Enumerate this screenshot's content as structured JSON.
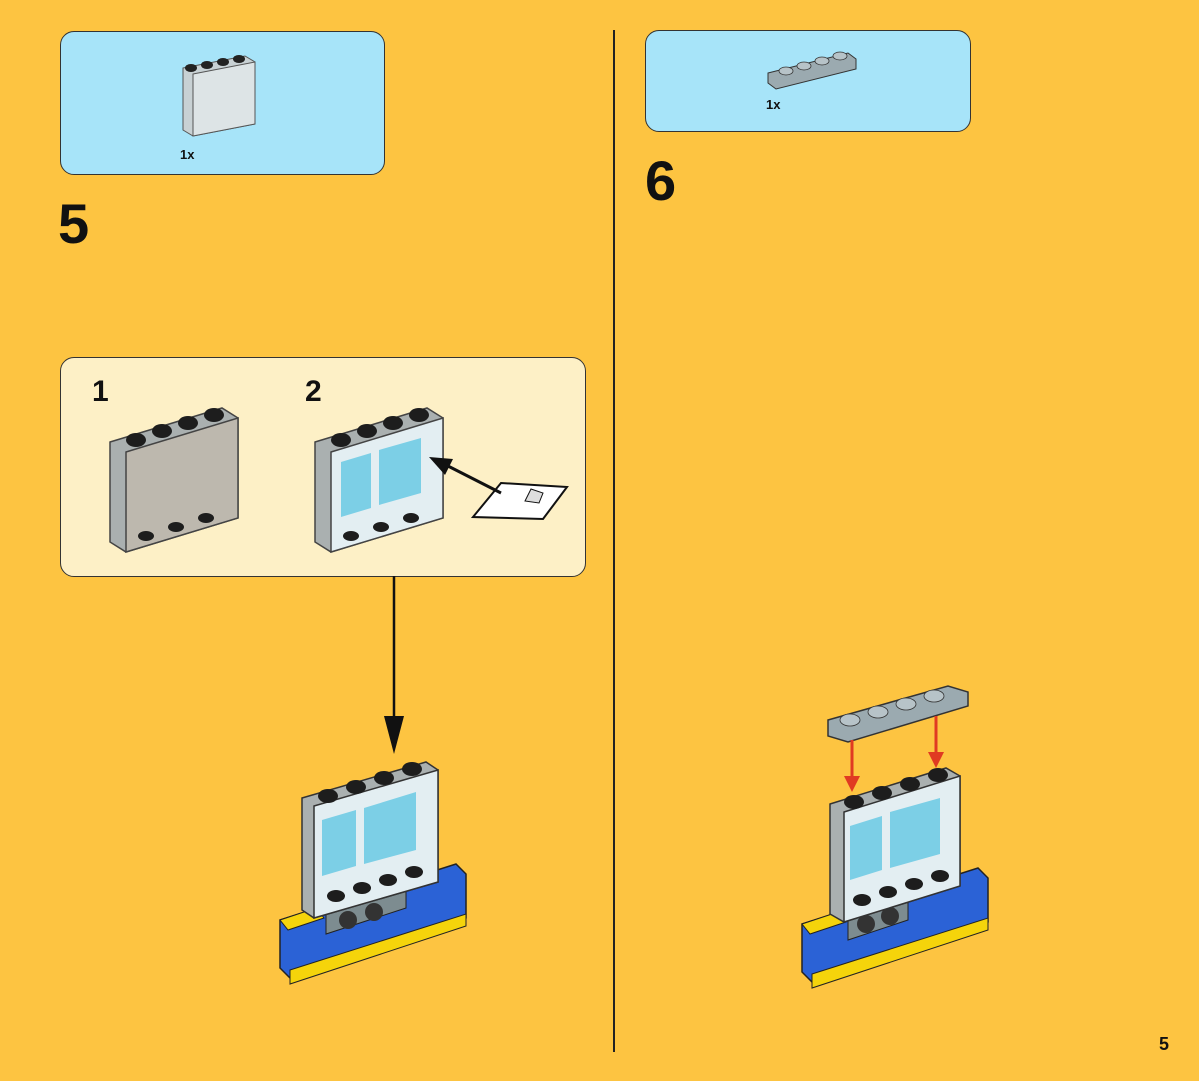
{
  "step5": {
    "number": "5",
    "parts": [
      {
        "part": "panel-1x4x3-transparent",
        "quantity": "1x"
      }
    ],
    "sub_assembly": {
      "steps": [
        {
          "number": "1"
        },
        {
          "number": "2"
        }
      ]
    }
  },
  "step6": {
    "number": "6",
    "parts": [
      {
        "part": "plate-1x4-grey",
        "quantity": "1x"
      }
    ]
  },
  "page_number": "5",
  "colors": {
    "background": "#FDC441",
    "parts_box": "#A7E4F9",
    "sub_box": "#FDF0C6",
    "arrow_red": "#E03A22",
    "brick_blue": "#2B62D6",
    "brick_yellow": "#F5D40B",
    "plate_grey": "#9BAAB0"
  },
  "icons": [
    "arrow-down-icon",
    "arrow-left-icon",
    "red-arrow-down-icon",
    "sticker-icon"
  ]
}
